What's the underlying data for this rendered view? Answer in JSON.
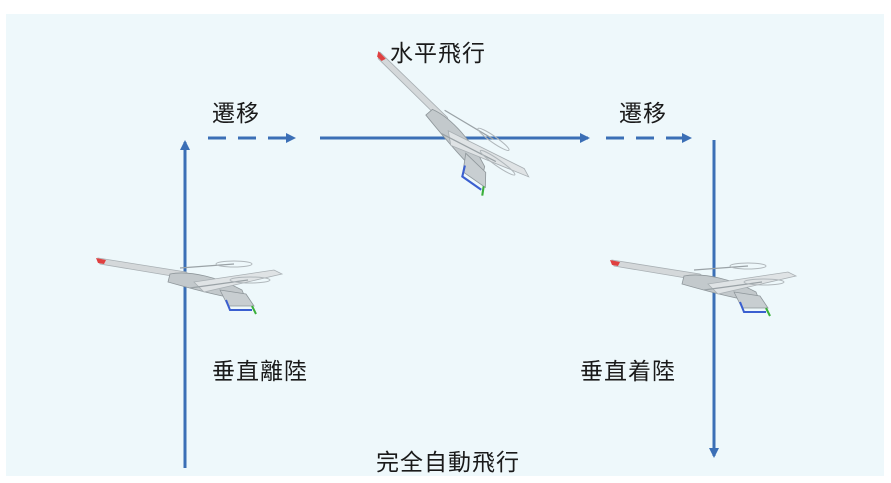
{
  "labels": {
    "horizontal_flight": "水平飛行",
    "transition_left": "遷移",
    "transition_right": "遷移",
    "vertical_takeoff": "垂直離陸",
    "vertical_landing": "垂直着陸",
    "fully_automatic_flight": "完全自動飛行"
  },
  "colors": {
    "background_panel": "#eef8fb",
    "arrow": "#3b6fb6",
    "aircraft_body": "#cfd4d6",
    "aircraft_accent_blue": "#3a5fd0",
    "aircraft_accent_red": "#e04040",
    "aircraft_accent_green": "#3ab03a"
  },
  "icons": {
    "aircraft": "vtol-drone-icon"
  }
}
